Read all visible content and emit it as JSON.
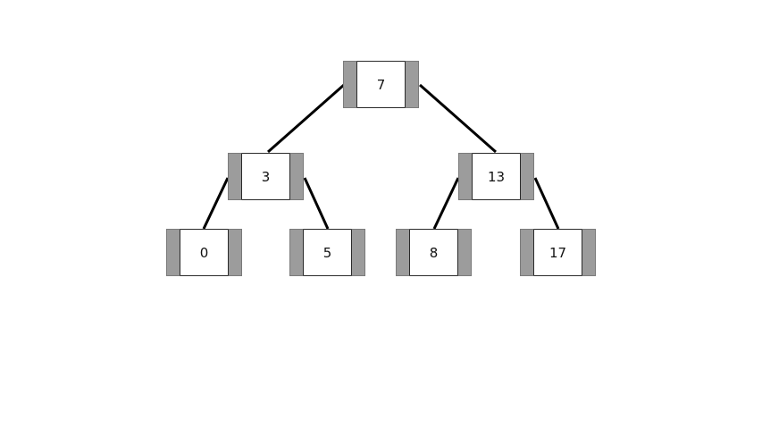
{
  "tree": {
    "nodes": [
      {
        "id": "n7",
        "key": "7"
      },
      {
        "id": "n3",
        "key": "3"
      },
      {
        "id": "n13",
        "key": "13"
      },
      {
        "id": "n0",
        "key": "0"
      },
      {
        "id": "n5",
        "key": "5"
      },
      {
        "id": "n8",
        "key": "8"
      },
      {
        "id": "n17",
        "key": "17"
      }
    ],
    "edges": [
      {
        "from": "n7",
        "to": "n3"
      },
      {
        "from": "n7",
        "to": "n13"
      },
      {
        "from": "n3",
        "to": "n0"
      },
      {
        "from": "n3",
        "to": "n5"
      },
      {
        "from": "n13",
        "to": "n8"
      },
      {
        "from": "n13",
        "to": "n17"
      }
    ]
  },
  "colors": {
    "pointer_fill": "#a0a0a0",
    "key_fill": "#ffffff",
    "edge": "#000000"
  }
}
